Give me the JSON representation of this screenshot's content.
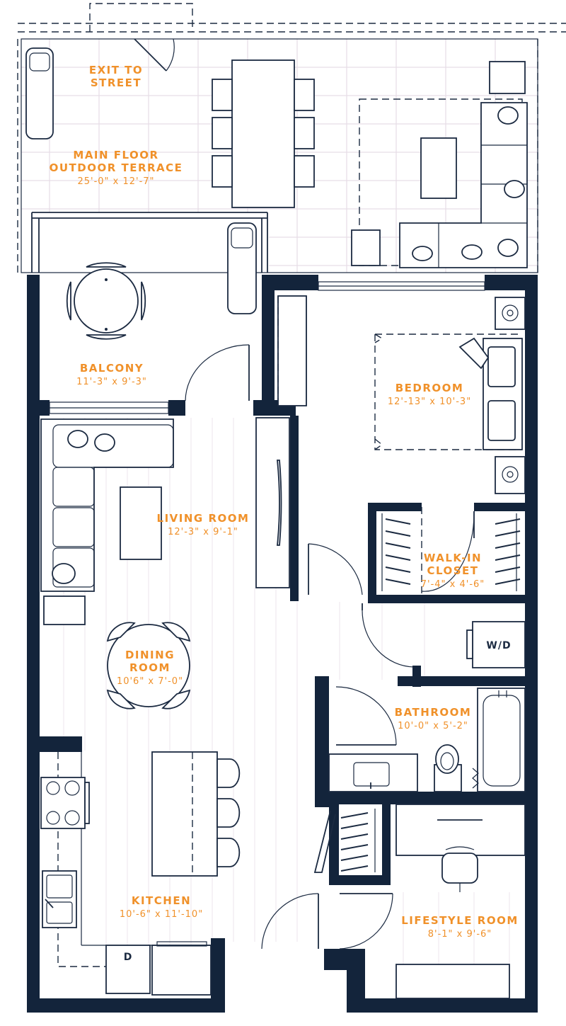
{
  "rooms": {
    "terrace": {
      "name_line1": "MAIN FLOOR",
      "name_line2": "OUTDOOR TERRACE",
      "dims": "25'-0\" x 12'-7\""
    },
    "exit": {
      "line1": "EXIT TO",
      "line2": "STREET"
    },
    "balcony": {
      "name": "BALCONY",
      "dims": "11'-3\" x 9'-3\""
    },
    "bedroom": {
      "name": "BEDROOM",
      "dims": "12'-13\" x 10'-3\""
    },
    "living": {
      "name": "LIVING ROOM",
      "dims": "12'-3\" x 9'-1\""
    },
    "closet": {
      "name_line1": "WALK-IN",
      "name_line2": "CLOSET",
      "dims": "7'-4\" x 4'-6\""
    },
    "dining": {
      "name_line1": "DINING",
      "name_line2": "ROOM",
      "dims": "10'6\" x 7'-0\""
    },
    "bathroom": {
      "name": "BATHROOM",
      "dims": "10'-0\" x 5'-2\""
    },
    "kitchen": {
      "name": "KITCHEN",
      "dims": "10'-6\" x 11'-10\""
    },
    "lifestyle": {
      "name": "LIFESTYLE ROOM",
      "dims": "8'-1\" x 9'-6\""
    }
  },
  "fixtures": {
    "washer_dryer": "W/D",
    "dishwasher": "D"
  },
  "colors": {
    "label_orange": "#f0912a",
    "wall_navy": "#13243b",
    "line_navy": "#1b2a41",
    "terrace_grid": "#e7dde6"
  }
}
